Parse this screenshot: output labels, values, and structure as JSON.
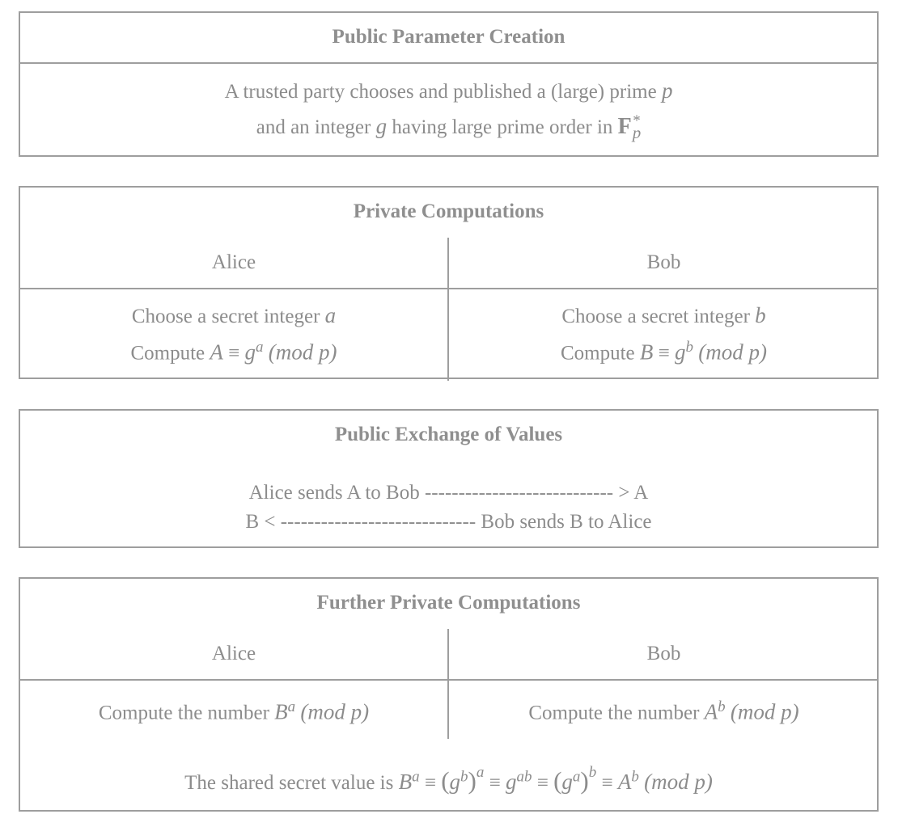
{
  "sections": {
    "public_params": {
      "title": "Public Parameter Creation",
      "line1_text": "A trusted party chooses and published a (large) prime ",
      "line1_var": "p",
      "line2_pre": "and an integer ",
      "line2_var": "g",
      "line2_post": " having large prime order in ",
      "field_symbol": "F",
      "field_sup": "*",
      "field_sub": "p"
    },
    "private": {
      "title": "Private Computations",
      "alice": {
        "head": "Alice",
        "line1_text": "Choose a secret integer ",
        "line1_var": "a",
        "line2_text": "Compute ",
        "line2_lhs": "A",
        "line2_base": "g",
        "line2_exp": "a",
        "line2_mod": "(mod p)"
      },
      "bob": {
        "head": "Bob",
        "line1_text": "Choose a secret integer ",
        "line1_var": "b",
        "line2_text": "Compute ",
        "line2_lhs": "B",
        "line2_base": "g",
        "line2_exp": "b",
        "line2_mod": "(mod p)"
      }
    },
    "exchange": {
      "title": "Public Exchange of Values",
      "line1": "Alice sends A to Bob ---------------------------- > A",
      "line2": "B < ----------------------------- Bob sends B to Alice"
    },
    "further": {
      "title": "Further Private Computations",
      "alice": {
        "head": "Alice",
        "text": "Compute the number ",
        "base": "B",
        "exp": "a",
        "mod": "(mod p)"
      },
      "bob": {
        "head": "Bob",
        "text": "Compute the number ",
        "base": "A",
        "exp": "b",
        "mod": "(mod p)"
      },
      "shared": {
        "text": "The shared secret value is ",
        "t1_base": "B",
        "t1_exp": "a",
        "t2_inner_base": "g",
        "t2_inner_exp": "b",
        "t2_outer_exp": "a",
        "t3_base": "g",
        "t3_exp": "ab",
        "t4_inner_base": "g",
        "t4_inner_exp": "a",
        "t4_outer_exp": "b",
        "t5_base": "A",
        "t5_exp": "b",
        "mod": "(mod p)",
        "equiv": "≡"
      }
    }
  }
}
